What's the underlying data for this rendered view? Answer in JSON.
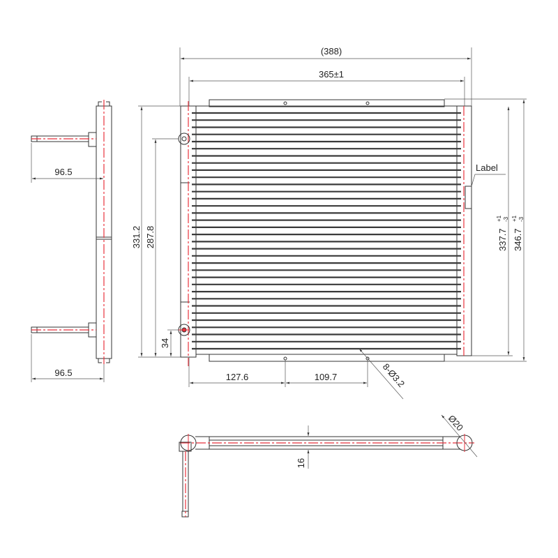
{
  "drawing": {
    "title": "Condenser core technical drawing",
    "views": {
      "front": {
        "overall_width": "(388)",
        "core_width": "365±1",
        "overall_height": "331.2",
        "pipe_spacing": "287.8",
        "bottom_pipe_offset": "34",
        "hole_pos_1": "127.6",
        "hole_pos_2": "109.7",
        "holes": "8-Ø3.2",
        "label_callout": "Label",
        "height_1": {
          "value": "337.7",
          "tol_upper": "+1",
          "tol_lower": "-3"
        },
        "height_2": {
          "value": "346.7",
          "tol_upper": "+1",
          "tol_lower": "-3"
        },
        "tube_count": 34
      },
      "side": {
        "pipe_length_top": "96.5",
        "pipe_length_bottom": "96.5"
      },
      "top": {
        "thickness": "16",
        "header_diameter": "Ø20"
      }
    },
    "colors": {
      "line": "#333333",
      "centerline": "#e8323c",
      "tube": "#3a3a3a",
      "background": "#ffffff"
    }
  }
}
